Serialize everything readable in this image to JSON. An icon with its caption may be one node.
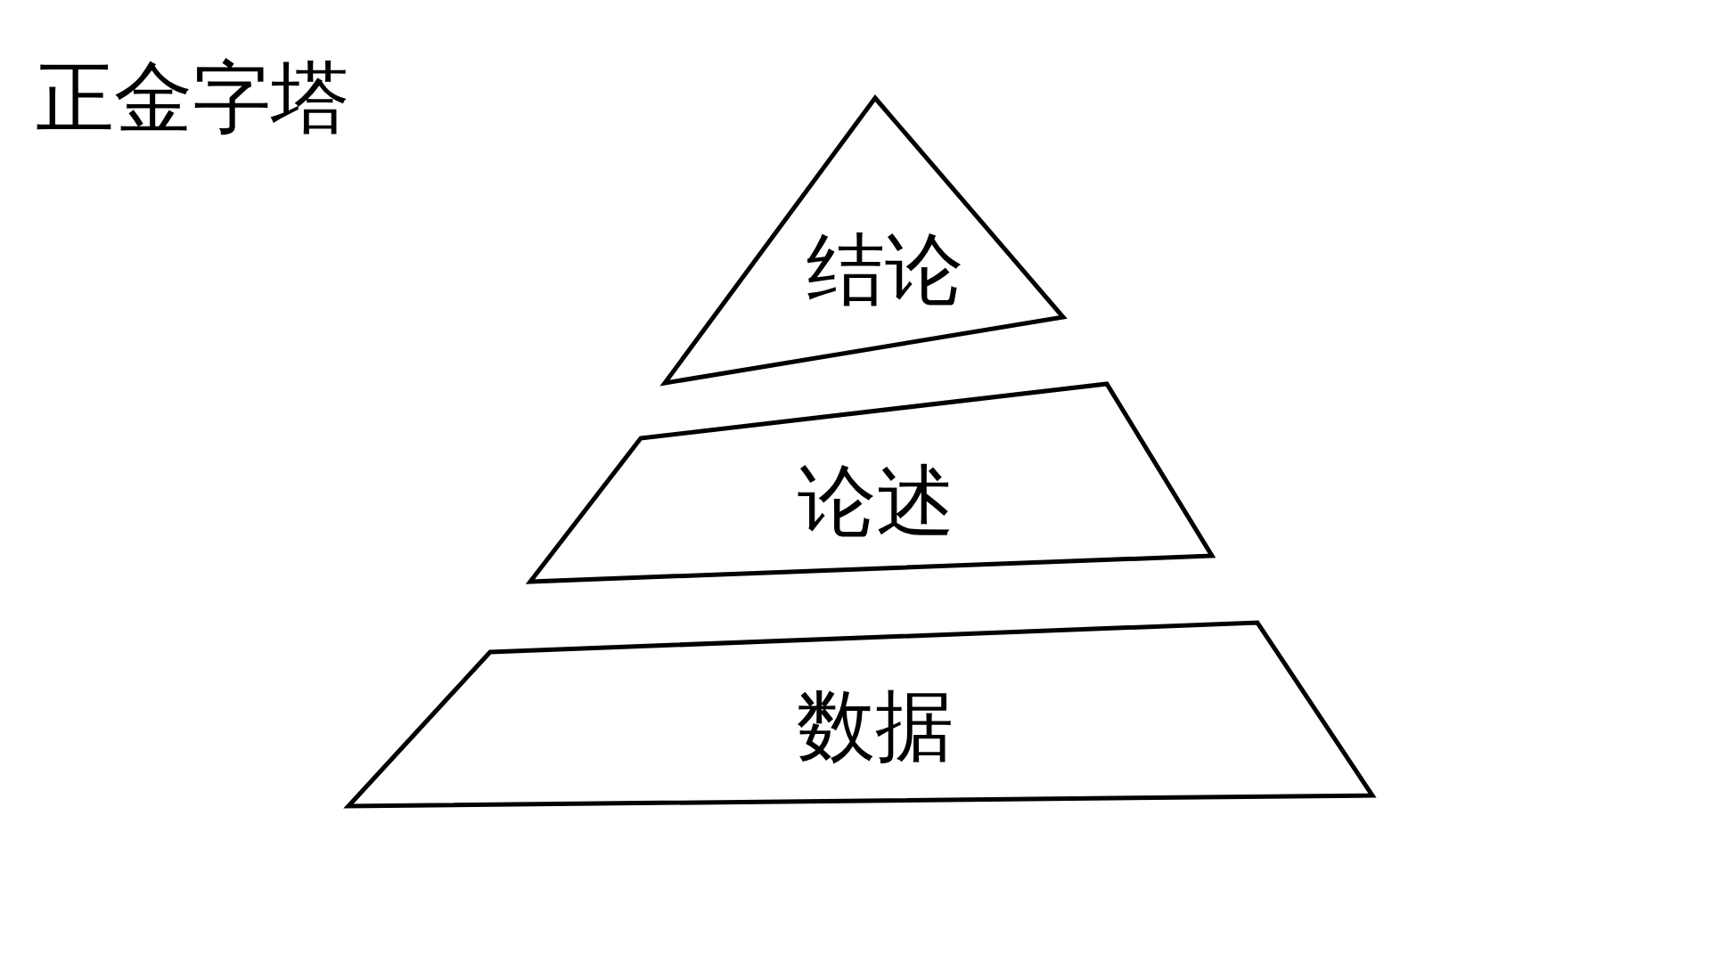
{
  "diagram": {
    "title": "正金字塔",
    "nodes": [
      {
        "text": [
          "结论"
        ]
      },
      {
        "text": [
          "论述"
        ]
      },
      {
        "text": [
          "数据"
        ]
      }
    ]
  }
}
